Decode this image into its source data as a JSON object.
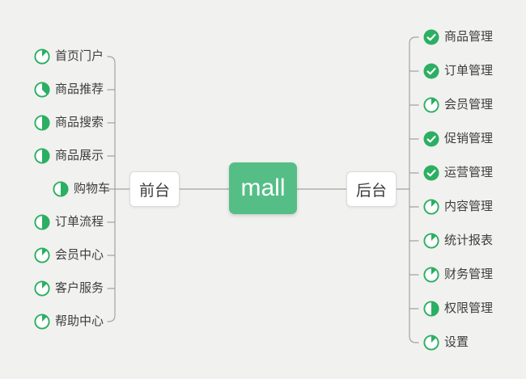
{
  "colors": {
    "background": "#F1F1EF",
    "center_node_bg": "#55BE87",
    "center_node_text": "#FFFFFF",
    "icon_green": "#2BAF62",
    "line_gray": "#A3A3A1",
    "node_border": "#DBDBD9",
    "label_text": "#3D3D3D",
    "branch_text": "#3A3A3A"
  },
  "center": {
    "label": "mall"
  },
  "branches": [
    {
      "side": "left",
      "label": "前台",
      "items": [
        {
          "label": "首页门户",
          "progress": 0.125
        },
        {
          "label": "商品推荐",
          "progress": 0.375
        },
        {
          "label": "商品搜索",
          "progress": 0.5
        },
        {
          "label": "商品展示",
          "progress": 0.5
        },
        {
          "label": "购物车",
          "progress": 0.5
        },
        {
          "label": "订单流程",
          "progress": 0.5
        },
        {
          "label": "会员中心",
          "progress": 0.125
        },
        {
          "label": "客户服务",
          "progress": 0.125
        },
        {
          "label": "帮助中心",
          "progress": 0.125
        }
      ]
    },
    {
      "side": "right",
      "label": "后台",
      "items": [
        {
          "label": "商品管理",
          "progress": 1
        },
        {
          "label": "订单管理",
          "progress": 1
        },
        {
          "label": "会员管理",
          "progress": 0.125
        },
        {
          "label": "促销管理",
          "progress": 1
        },
        {
          "label": "运营管理",
          "progress": 1
        },
        {
          "label": "内容管理",
          "progress": 0.125
        },
        {
          "label": "统计报表",
          "progress": 0.125
        },
        {
          "label": "财务管理",
          "progress": 0.125
        },
        {
          "label": "权限管理",
          "progress": 0.5
        },
        {
          "label": "设置",
          "progress": 0.125
        }
      ]
    }
  ]
}
